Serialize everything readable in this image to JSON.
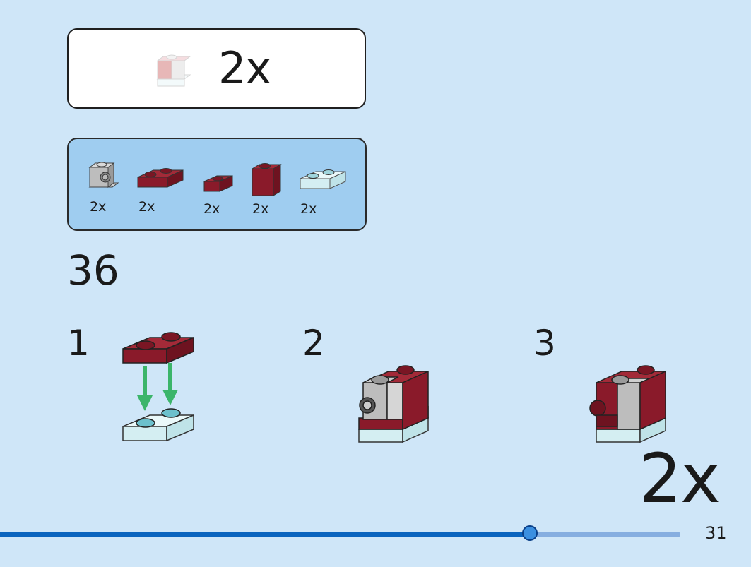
{
  "submodel": {
    "count": "2x",
    "icon": "submodel-brick-icon"
  },
  "parts_list": {
    "items": [
      {
        "name": "light-gray-bracket-brick",
        "quantity": "2x"
      },
      {
        "name": "dark-red-plate-1x2",
        "quantity": "2x"
      },
      {
        "name": "dark-red-plate-1x1",
        "quantity": "2x"
      },
      {
        "name": "dark-red-brick-1x1",
        "quantity": "2x"
      },
      {
        "name": "trans-light-blue-plate-1x2",
        "quantity": "2x"
      }
    ]
  },
  "step_number": "36",
  "substeps": [
    "1",
    "2",
    "3"
  ],
  "multiplier": "2x",
  "progress": {
    "fraction": 0.78
  },
  "page_number": "31",
  "colors": {
    "background": "#cfe6f8",
    "dark_red": "#8a1a2a",
    "light_gray": "#b9b9b9",
    "trans_blue": "#dff3f5",
    "arrow_green": "#3bb56a",
    "progress_fill": "#0a64be"
  }
}
